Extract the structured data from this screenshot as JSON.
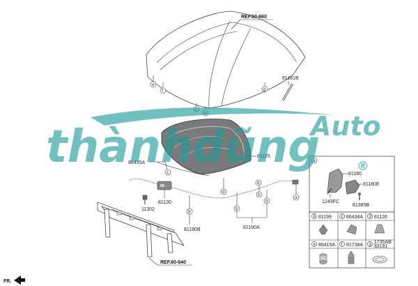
{
  "refs": {
    "top": "REF.60-660",
    "bottom": "REF.60-640"
  },
  "hood_circles": [
    "e",
    "f",
    "e",
    "f",
    "g"
  ],
  "parts": {
    "p81161B": "81161B",
    "p81125": "81125",
    "p86435A": "86435A",
    "p81130": "81130",
    "p11302": "11302",
    "p81190B": "81190B",
    "p81190A": "81190A",
    "p81180": "81180",
    "p81180E": "81180E",
    "p1243FC": "1243FC",
    "p81385B": "81385B"
  },
  "callouts": [
    "c",
    "d",
    "b",
    "b",
    "b",
    "b",
    "b",
    "a"
  ],
  "detail_table": {
    "header": "a",
    "cells": [
      {
        "letter": "b",
        "code": "81199"
      },
      {
        "letter": "c",
        "code": "86438A"
      },
      {
        "letter": "d",
        "code": "81126"
      },
      {
        "letter": "e",
        "code": "86415A"
      },
      {
        "letter": "f",
        "code": "81738A"
      },
      {
        "letter": "g",
        "code": "1735AB",
        "code2": "83191"
      }
    ]
  },
  "front_label": "FR.",
  "watermark": {
    "main": "thànhdũng",
    "side": "Auto",
    "mark": "®"
  }
}
